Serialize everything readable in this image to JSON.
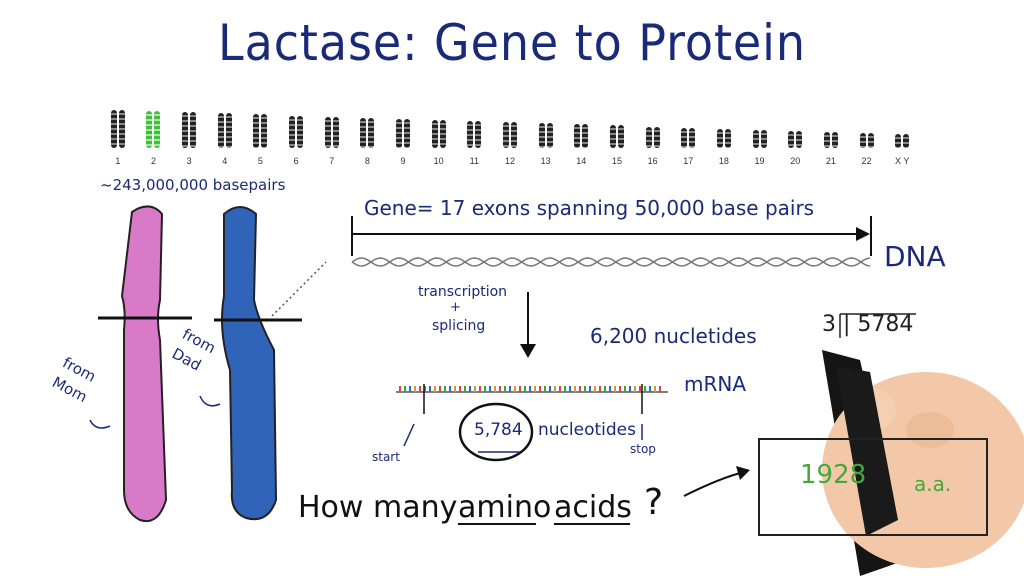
{
  "title": "Lactase: Gene to Protein",
  "karyotype": {
    "labels": [
      "1",
      "2",
      "3",
      "4",
      "5",
      "6",
      "7",
      "8",
      "9",
      "10",
      "11",
      "12",
      "13",
      "14",
      "15",
      "16",
      "17",
      "18",
      "19",
      "20",
      "21",
      "22",
      "X Y"
    ],
    "highlight_color": "#3ebf3e",
    "highlighted": "2"
  },
  "notes": {
    "basepairs": "~243,000,000 basepairs",
    "gene": "Gene= 17 exons spanning 50,000 base pairs",
    "dna": "DNA",
    "transcription": "transcription",
    "plus": "+",
    "splicing": "splicing",
    "nt6200": "6,200 nucletides",
    "mrna": "mRNA",
    "nt5784": "5,784",
    "nucleotides": "nucleotides",
    "start": "start",
    "stop": "stop",
    "from_mom": "from Mom",
    "from_dad": "from Dad",
    "question_how": "How many",
    "question_amino": "amino",
    "question_acids": "acids",
    "question_mark": "?",
    "division": "3 | 5784",
    "answer": "1928",
    "aa": "a.a."
  },
  "colors": {
    "ink": "#1b2a78",
    "mom": "#d97ac8",
    "dad": "#2f64b8",
    "answer": "#46a83a"
  }
}
